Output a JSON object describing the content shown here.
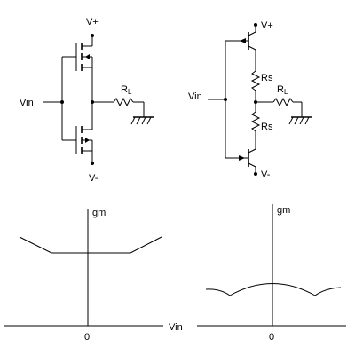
{
  "circuit_mosfet": {
    "supply_pos": "V+",
    "supply_neg": "V-",
    "input": "Vin",
    "load_main": "R",
    "load_sub": "L"
  },
  "circuit_bjt": {
    "supply_pos": "V+",
    "supply_neg": "V-",
    "input": "Vin",
    "emitter_res_top": "Rs",
    "emitter_res_bottom": "Rs",
    "load_main": "R",
    "load_sub": "L"
  },
  "graph_left": {
    "y_label": "gm",
    "x_label": "Vin",
    "origin_label": "0"
  },
  "graph_right": {
    "y_label": "gm",
    "origin_label": "0"
  },
  "colors": {
    "ink": "#000000",
    "background": "#ffffff"
  }
}
